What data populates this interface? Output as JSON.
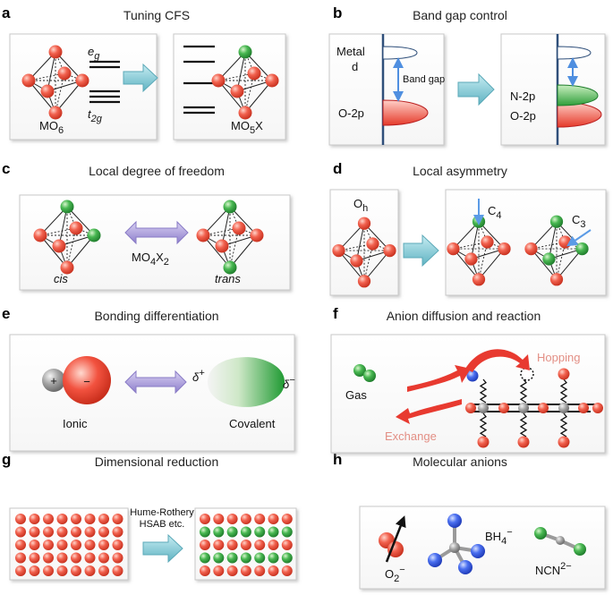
{
  "panels": [
    {
      "letter": "a",
      "title": "Tuning CFS"
    },
    {
      "letter": "b",
      "title": "Band gap control"
    },
    {
      "letter": "c",
      "title": "Local degree of freedom"
    },
    {
      "letter": "d",
      "title": "Local asymmetry"
    },
    {
      "letter": "e",
      "title": "Bonding differentiation"
    },
    {
      "letter": "f",
      "title": "Anion diffusion and reaction"
    },
    {
      "letter": "g",
      "title": "Dimensional reduction"
    },
    {
      "letter": "h",
      "title": "Molecular anions"
    }
  ],
  "a": {
    "eg": "e",
    "eg_sub": "g",
    "t2g": "t",
    "t2g_sub": "2g",
    "left_formula": "MO",
    "left_sub": "6",
    "right_formula": "MO",
    "right_sub": "5",
    "right_tail": "X"
  },
  "b": {
    "metal": "Metal",
    "d": "d",
    "band_gap": "Band gap",
    "o2p": "O-2p",
    "n2p": "N-2p",
    "o2p_right": "O-2p"
  },
  "c": {
    "formula": "MO",
    "sub1": "4",
    "x": "X",
    "sub2": "2",
    "cis": "cis",
    "trans": "trans"
  },
  "d": {
    "oh": "O",
    "oh_sub": "h",
    "c4": "C",
    "c4_sub": "4",
    "c3": "C",
    "c3_sub": "3"
  },
  "e": {
    "plus": "+",
    "minus": "−",
    "delta_plus": "δ",
    "delta_plus_sup": "+",
    "delta_minus": "δ",
    "delta_minus_sup": "−",
    "ionic": "Ionic",
    "covalent": "Covalent"
  },
  "f": {
    "gas": "Gas",
    "hopping": "Hopping",
    "exchange": "Exchange"
  },
  "g": {
    "line1": "Hume-Rothery",
    "line2": "HSAB etc."
  },
  "h": {
    "o2": "O",
    "o2_sub": "2",
    "o2_sup": "−",
    "bh4": "BH",
    "bh4_sub": "4",
    "bh4_sup": "−",
    "ncn": "NCN",
    "ncn_sup": "2−"
  },
  "colors": {
    "oxygen_red": "#f0503f",
    "anion_green": "#3fae4a",
    "blue_atom": "#3f63e6",
    "box_border": "#c8c8c8",
    "arrow_teal": "#7cc6d2",
    "arrow_purple": "#a79ad6",
    "text_pink": "#e38f85",
    "axis_blue": "#2f4f7a"
  }
}
